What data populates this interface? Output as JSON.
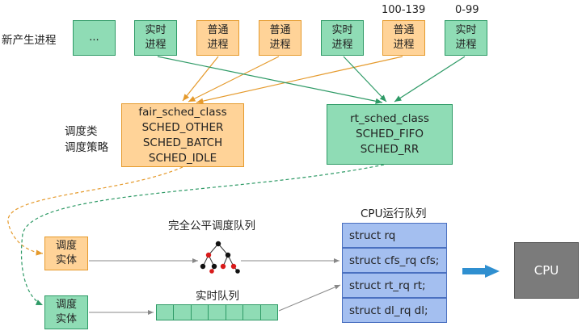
{
  "left_label": "新产生进程",
  "processes": [
    {
      "label_1": "...",
      "label_2": "",
      "kind": "green",
      "range": ""
    },
    {
      "label_1": "实时",
      "label_2": "进程",
      "kind": "green",
      "range": ""
    },
    {
      "label_1": "普通",
      "label_2": "进程",
      "kind": "orange",
      "range": ""
    },
    {
      "label_1": "普通",
      "label_2": "进程",
      "kind": "orange",
      "range": ""
    },
    {
      "label_1": "实时",
      "label_2": "进程",
      "kind": "green",
      "range": ""
    },
    {
      "label_1": "普通",
      "label_2": "进程",
      "kind": "orange",
      "range": "100-139"
    },
    {
      "label_1": "实时",
      "label_2": "进程",
      "kind": "green",
      "range": "0-99"
    }
  ],
  "sched_labels": {
    "line1": "调度类",
    "line2": "调度策略"
  },
  "fair_class": {
    "name": "fair_sched_class",
    "policies": [
      "SCHED_OTHER",
      "SCHED_BATCH",
      "SCHED_IDLE"
    ]
  },
  "rt_class": {
    "name": "rt_sched_class",
    "policies": [
      "SCHED_FIFO",
      "SCHED_RR"
    ]
  },
  "entity_fair": {
    "line1": "调度",
    "line2": "实体"
  },
  "entity_rt": {
    "line1": "调度",
    "line2": "实体"
  },
  "cfs_label": "完全公平调度队列",
  "rt_queue_label": "实时队列",
  "rt_queue_slots": 7,
  "runqueue_title": "CPU运行队列",
  "runqueue_rows": [
    "struct rq",
    "struct cfs_rq cfs;",
    "struct rt_rq rt;",
    "struct dl_rq dl;"
  ],
  "cpu_label": "CPU",
  "colors": {
    "green_fill": "#8fdcb5",
    "green_border": "#2e9a66",
    "orange_fill": "#ffd398",
    "orange_border": "#e59a2c",
    "blue_fill": "#a4bff0",
    "gray": "#7b7b7b",
    "arrow_blue": "#2f8fd0"
  }
}
